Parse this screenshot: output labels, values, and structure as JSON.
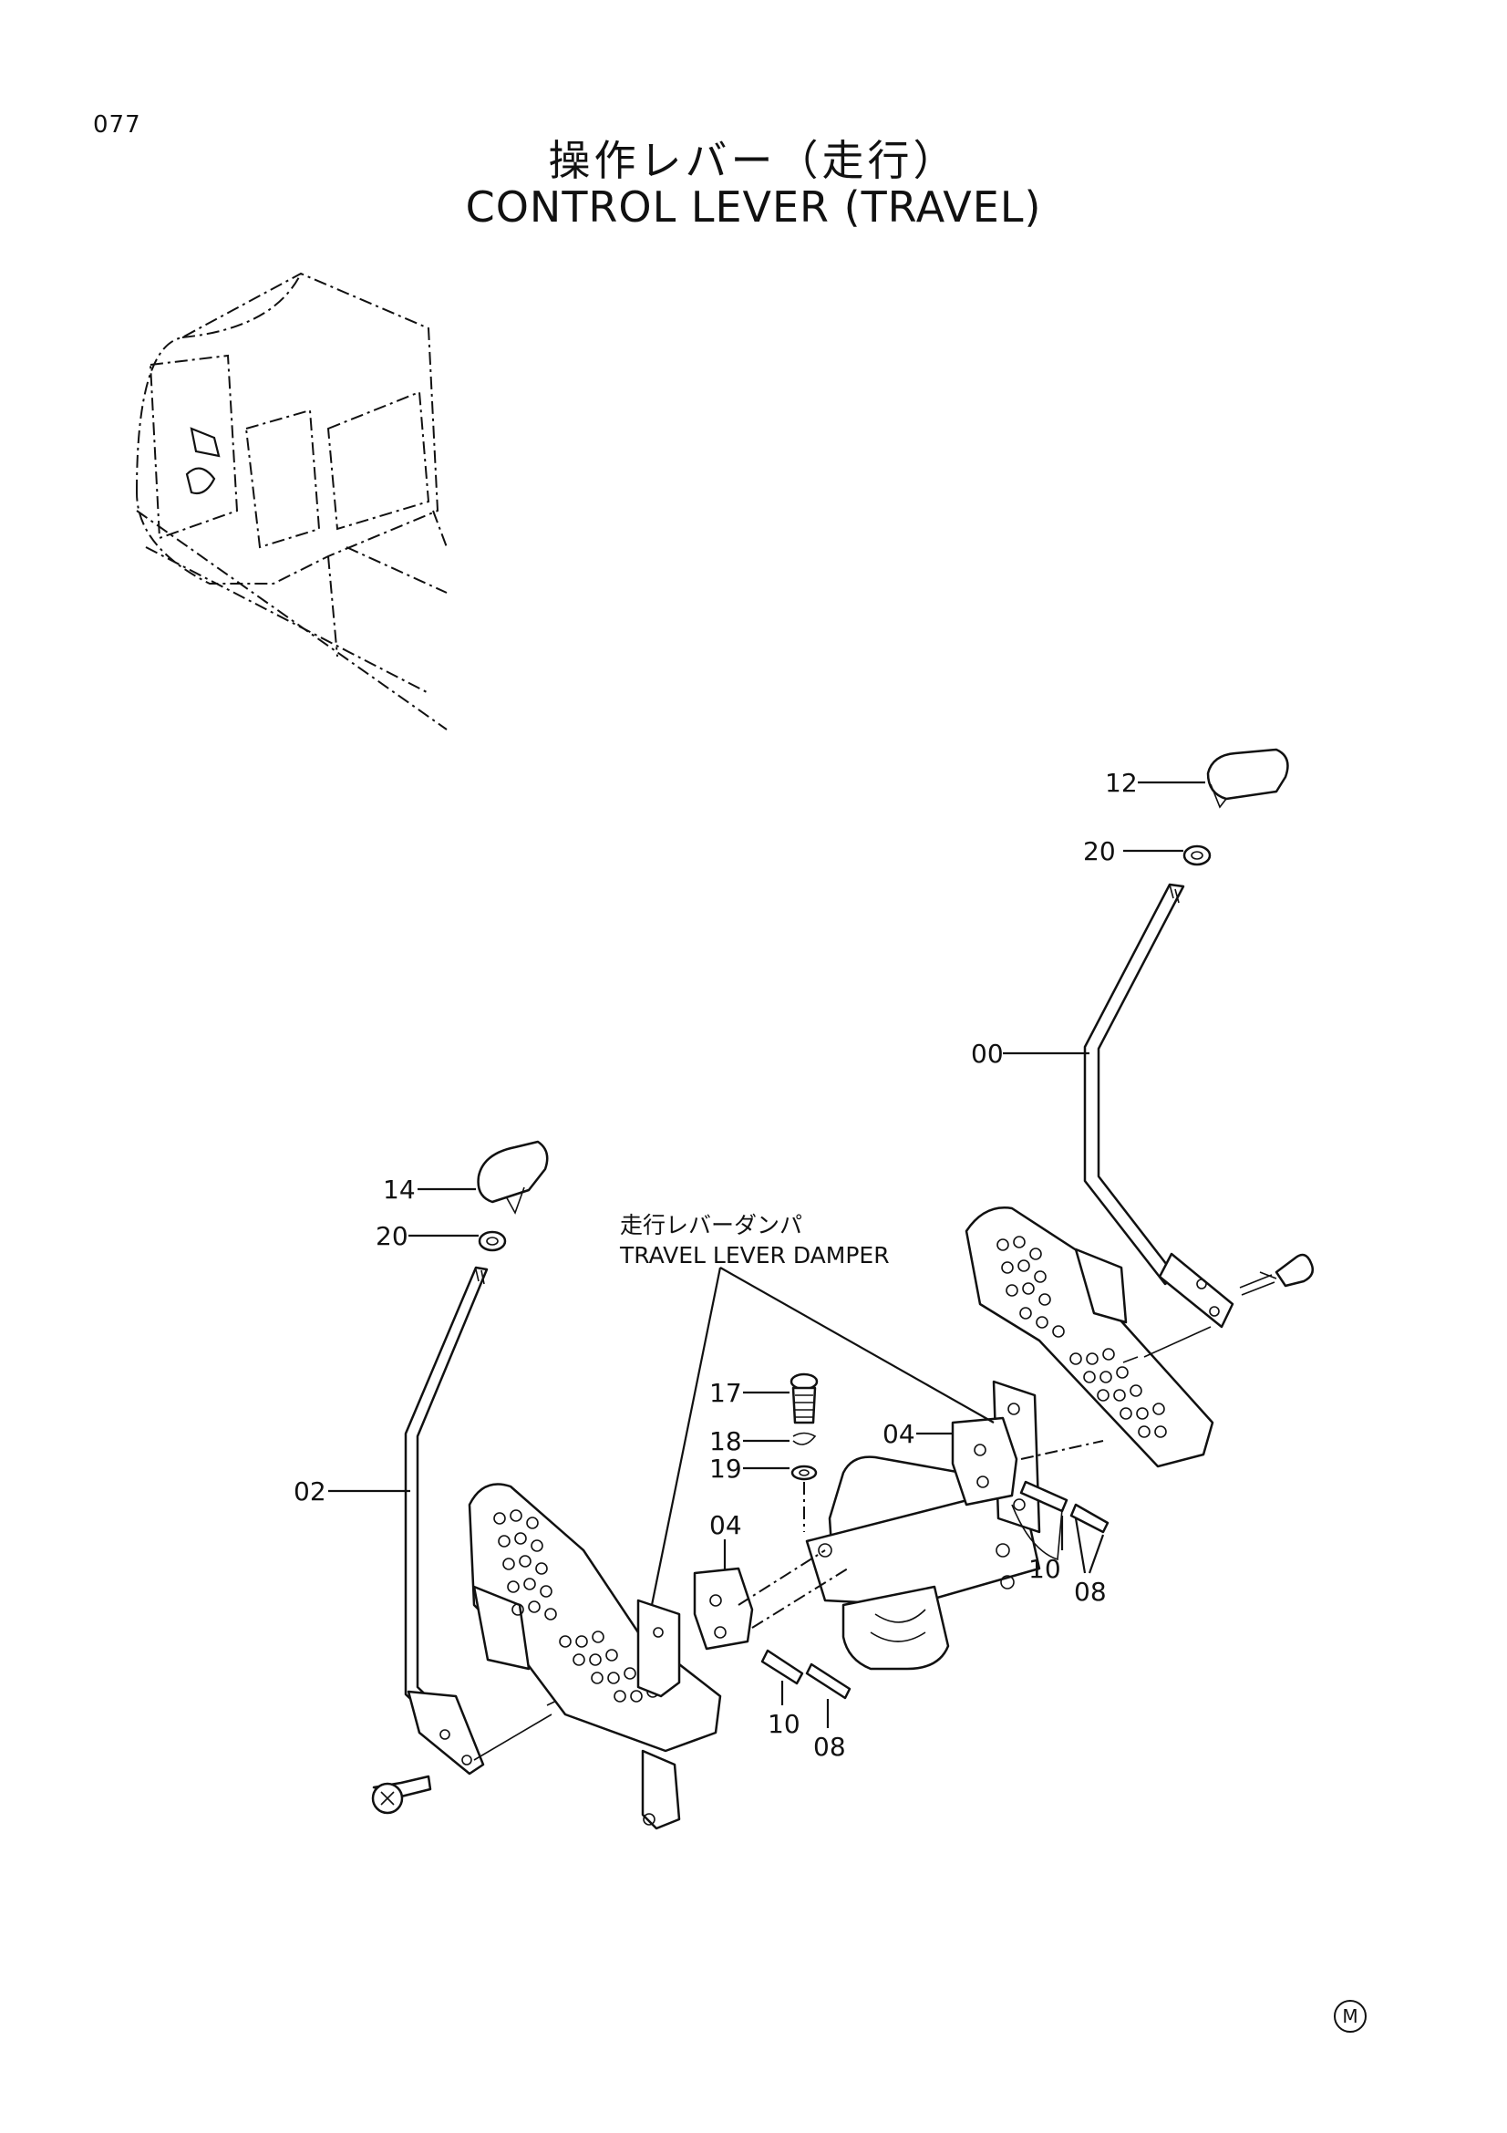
{
  "page": {
    "number": "077"
  },
  "title": {
    "japanese": "操作レバー（走行）",
    "english": "CONTROL LEVER (TRAVEL)"
  },
  "note": {
    "japanese": "走行レバーダンパ",
    "english": "TRAVEL LEVER DAMPER"
  },
  "callouts": {
    "knob_right": "12",
    "nut_right": "20",
    "lever_right": "00",
    "knob_left": "14",
    "nut_left": "20",
    "lever_left": "02",
    "bolt": "17",
    "washer_spring": "18",
    "washer_plain": "19",
    "block_right": "04",
    "block_left": "04",
    "pin_right": "10",
    "spring_pin_right": "08",
    "pin_left": "10",
    "spring_pin_left": "08"
  },
  "mark": {
    "symbol": "M"
  }
}
